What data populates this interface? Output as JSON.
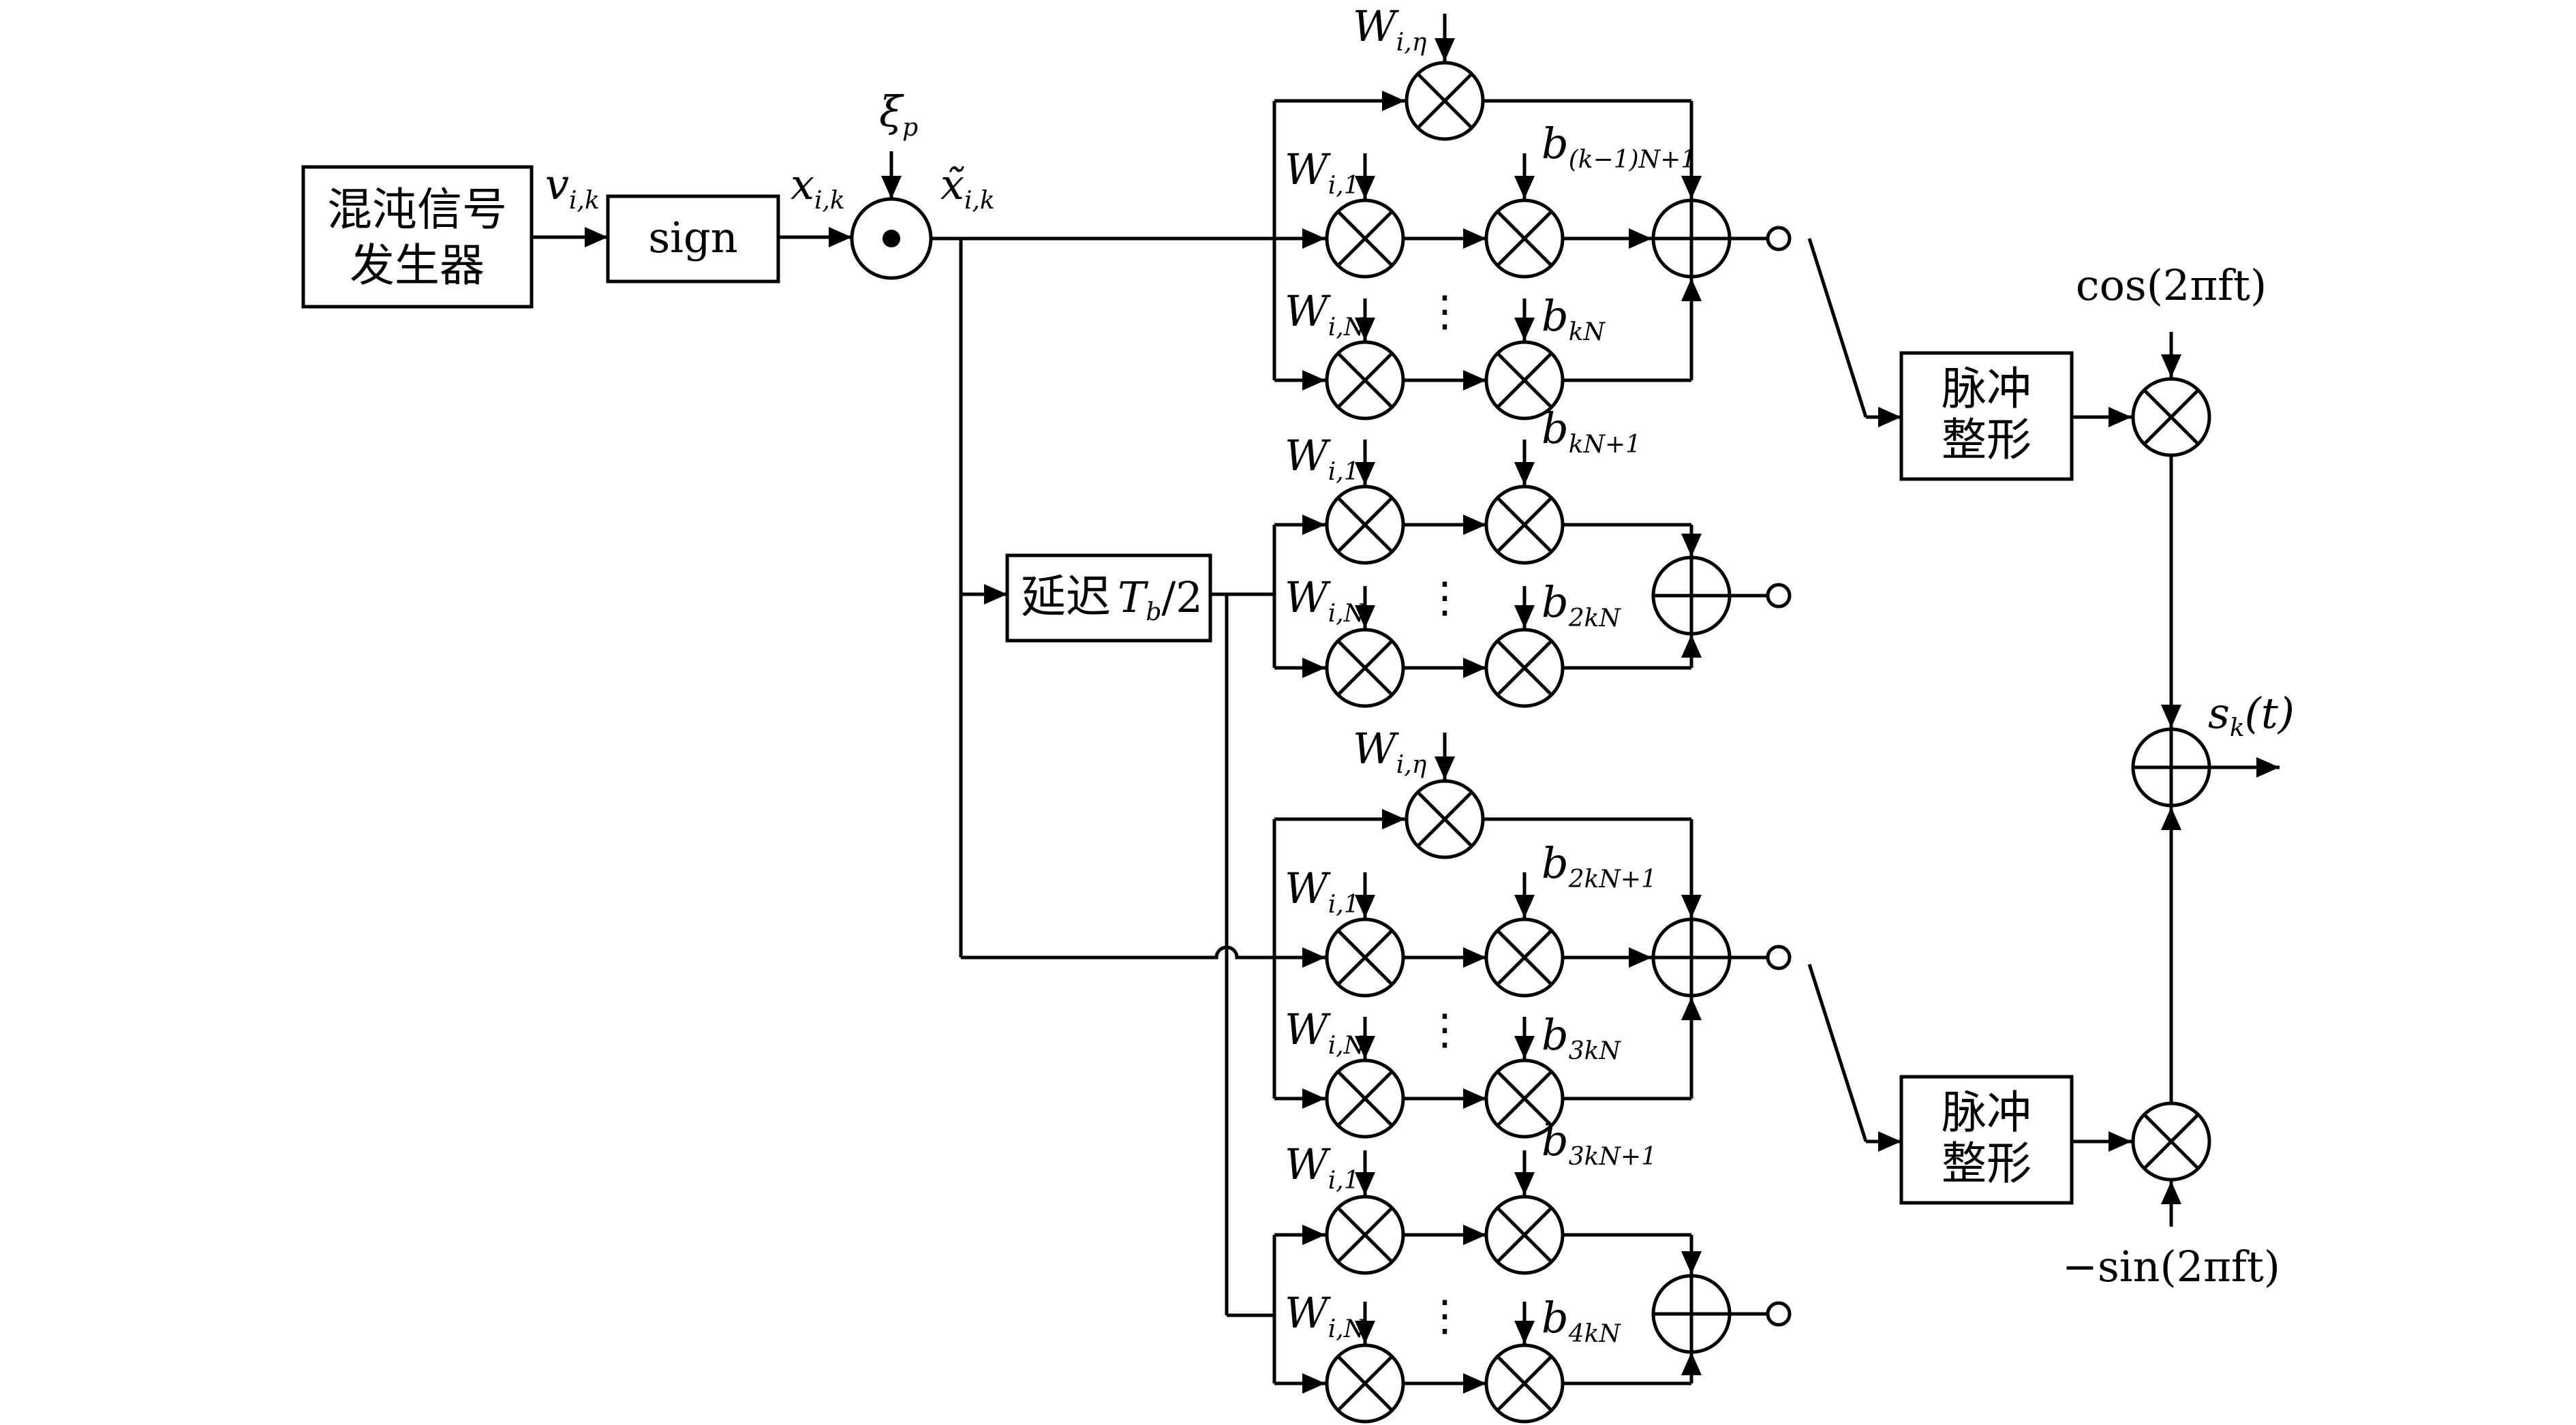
{
  "blocks": {
    "chaos_generator_line1": "混沌信号",
    "chaos_generator_line2": "发生器",
    "sign": "sign",
    "delay_prefix": "延迟",
    "delay_T": "T",
    "delay_sub": "b",
    "delay_suffix": "/2",
    "pulse_shaping_line1": "脉冲",
    "pulse_shaping_line2": "整形"
  },
  "signals": {
    "v_main": "v",
    "v_sub": "i,k",
    "x_main": "x",
    "x_sub": "i,k",
    "xt_main": "x̃",
    "xt_sub": "i,k",
    "xi_main": "ξ",
    "xi_sub": "p",
    "cos_label": "cos(2πft)",
    "sin_label": "−sin(2πft)",
    "s_main": "s",
    "s_sub": "k",
    "s_tail": "(t)"
  },
  "weights": {
    "W": "W",
    "eta_sub": "i,η",
    "one_sub": "i,1",
    "N_sub": "i,N"
  },
  "bits": {
    "b": "b",
    "b1_sub": "(k−1)N+1",
    "b2_sub": "kN",
    "b3_sub": "kN+1",
    "b4_sub": "2kN",
    "b5_sub": "2kN+1",
    "b6_sub": "3kN",
    "b7_sub": "3kN+1",
    "b8_sub": "4kN"
  },
  "ellipsis": "⋮"
}
